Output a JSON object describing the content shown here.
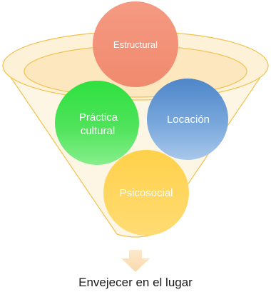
{
  "diagram": {
    "circles": [
      {
        "id": "estructural",
        "label": "Estructural",
        "color": "#ef8f78"
      },
      {
        "id": "practica-cultural",
        "label_lines": [
          "Práctica",
          "cultural"
        ],
        "color": "#33e044"
      },
      {
        "id": "locacion",
        "label": "Locación",
        "color": "#5b95d3"
      },
      {
        "id": "psicosocial",
        "label": "Psicosocial",
        "color": "#ffd24d"
      }
    ],
    "outcome": "Envejecer en el lugar",
    "colors": {
      "funnel_outline": "#f2c14e",
      "funnel_fill": "#fdeecb",
      "arrow": "#fbe3bf"
    }
  }
}
